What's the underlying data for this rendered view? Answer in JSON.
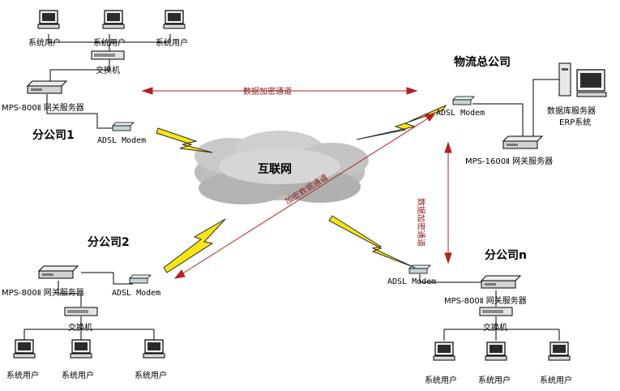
{
  "labels": {
    "cloud": "互联网",
    "branch1": "分公司1",
    "branch2": "分公司2",
    "branchn": "分公司n",
    "hq": "物流总公司",
    "system_user": "系统用户",
    "switch": "交换机",
    "adsl_modem": "ADSL Modem",
    "gw_800": "MPS-800Ⅱ 网关服务器",
    "gw_1600": "MPS-1600Ⅱ 网关服务器",
    "db_server": "数据库服务器",
    "erp": "ERP系统",
    "tunnel_top": "数据加密通道",
    "tunnel_diag": "加密数据通道",
    "tunnel_right": "数据加密通道"
  },
  "colors": {
    "tunnel_line": "#b22222",
    "lightning_fill": "#f5e614",
    "lightning_stroke": "#2a2a2a",
    "cloud": "#b9b9b9"
  }
}
